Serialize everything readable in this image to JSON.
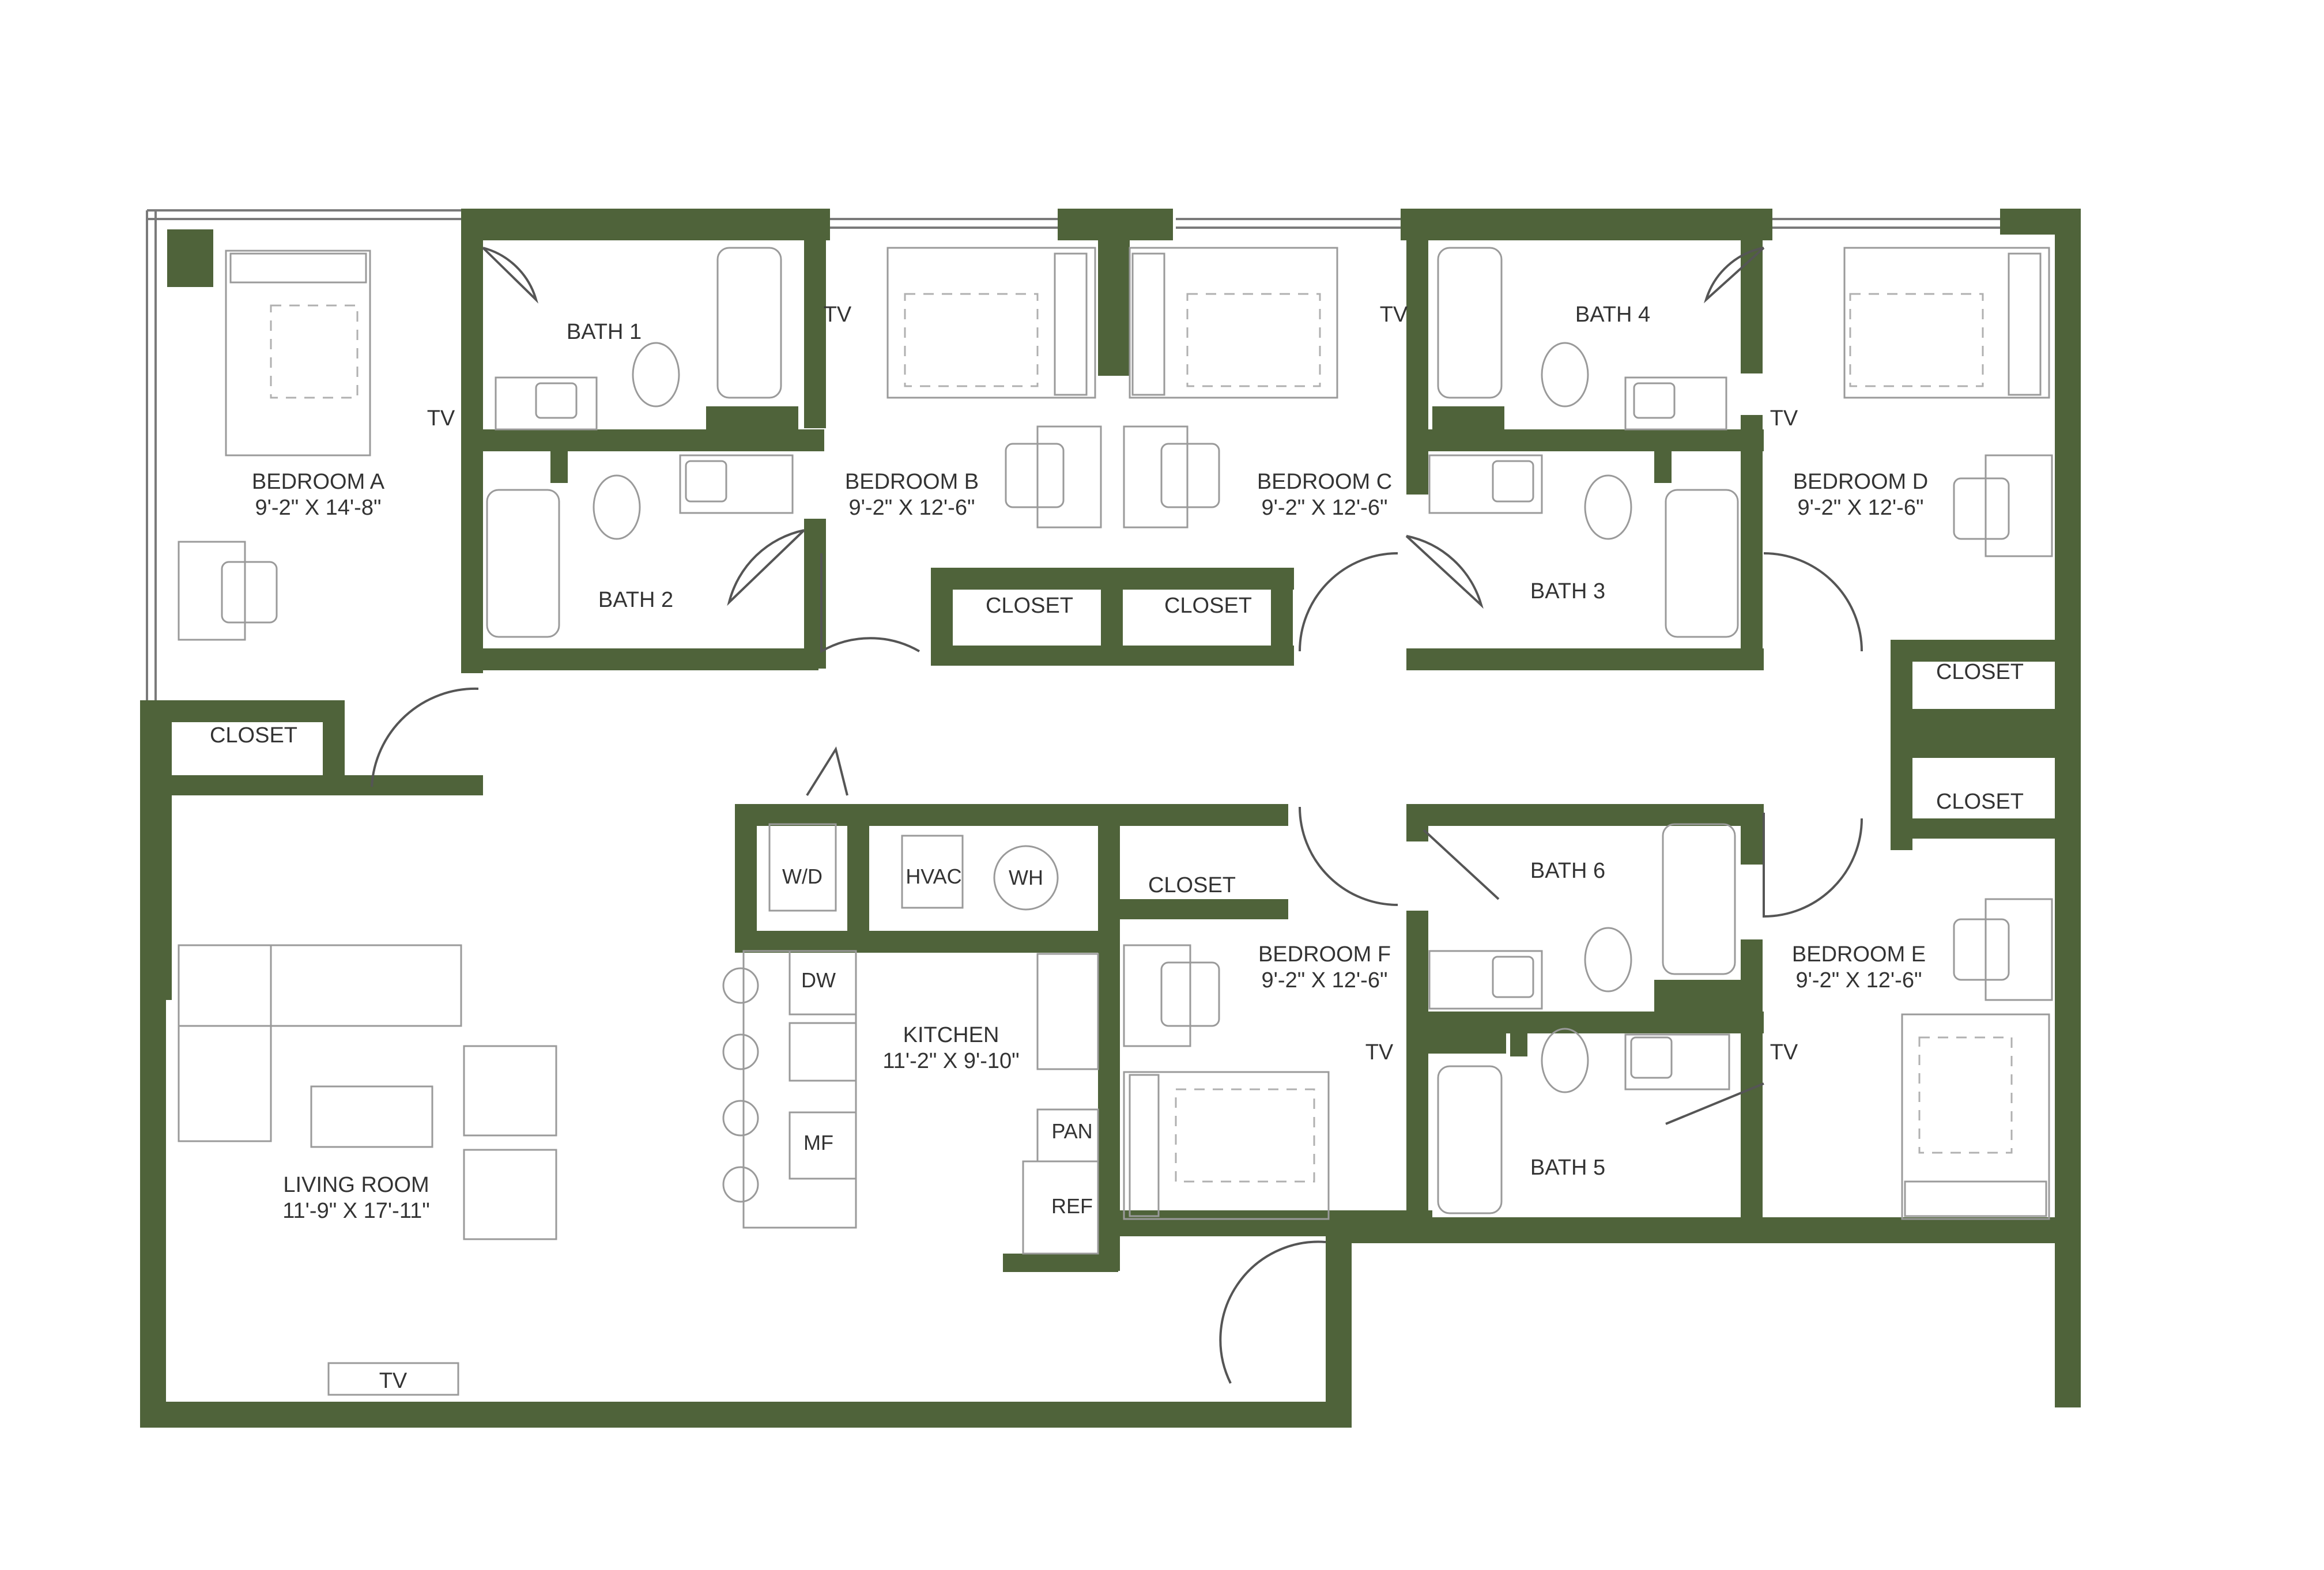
{
  "plan": {
    "rooms": {
      "bedroom_a": {
        "name": "BEDROOM A",
        "size": "9'-2\" X 14'-8\""
      },
      "bedroom_b": {
        "name": "BEDROOM B",
        "size": "9'-2\" X 12'-6\""
      },
      "bedroom_c": {
        "name": "BEDROOM C",
        "size": "9'-2\" X 12'-6\""
      },
      "bedroom_d": {
        "name": "BEDROOM D",
        "size": "9'-2\" X 12'-6\""
      },
      "bedroom_e": {
        "name": "BEDROOM E",
        "size": "9'-2\" X 12'-6\""
      },
      "bedroom_f": {
        "name": "BEDROOM F",
        "size": "9'-2\" X 12'-6\""
      },
      "kitchen": {
        "name": "KITCHEN",
        "size": "11'-2\" X 9'-10\""
      },
      "living_room": {
        "name": "LIVING ROOM",
        "size": "11'-9\" X 17'-11\""
      }
    },
    "baths": [
      "BATH 1",
      "BATH 2",
      "BATH 3",
      "BATH 4",
      "BATH 5",
      "BATH 6"
    ],
    "closet_label": "CLOSET",
    "tv_label": "TV",
    "utility": {
      "wd": "W/D",
      "hvac": "HVAC",
      "wh": "WH"
    },
    "appliances": {
      "dw": "DW",
      "mf": "MF",
      "pan": "PAN",
      "ref": "REF"
    },
    "colors": {
      "wall": "#4f633a",
      "fixture": "#9a9a9a",
      "text": "#333333"
    }
  }
}
